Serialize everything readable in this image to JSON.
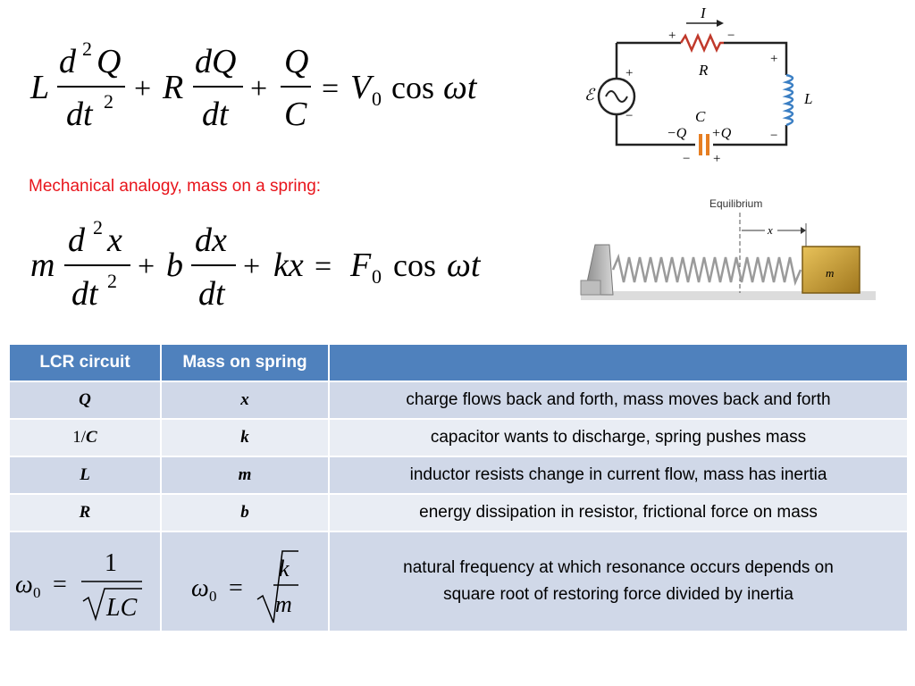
{
  "caption": "Mechanical analogy, mass on a spring:",
  "circuit_labels": {
    "current": "I",
    "resistor": "R",
    "inductor": "L",
    "capacitor": "C",
    "emf": "ℰ",
    "neg_q": "−Q",
    "pos_q": "+Q",
    "plus": "+",
    "minus": "−"
  },
  "spring_labels": {
    "equilibrium": "Equilibrium",
    "displacement": "x",
    "mass": "m"
  },
  "table": {
    "headers": [
      "LCR circuit",
      "Mass on spring",
      ""
    ],
    "rows": [
      {
        "lcr": "Q",
        "spring": "x",
        "desc": "charge flows back and forth, mass moves back and forth"
      },
      {
        "lcr_prefix": "1/",
        "lcr": "C",
        "spring": "k",
        "desc": "capacitor wants to discharge, spring pushes mass"
      },
      {
        "lcr": "L",
        "spring": "m",
        "desc": "inductor resists change in current flow, mass has inertia"
      },
      {
        "lcr": "R",
        "spring": "b",
        "desc": "energy dissipation in resistor, frictional force on mass"
      }
    ],
    "last_row_desc_line1": "natural frequency at which resonance occurs depends on",
    "last_row_desc_line2": "square root of restoring force divided by inertia"
  }
}
